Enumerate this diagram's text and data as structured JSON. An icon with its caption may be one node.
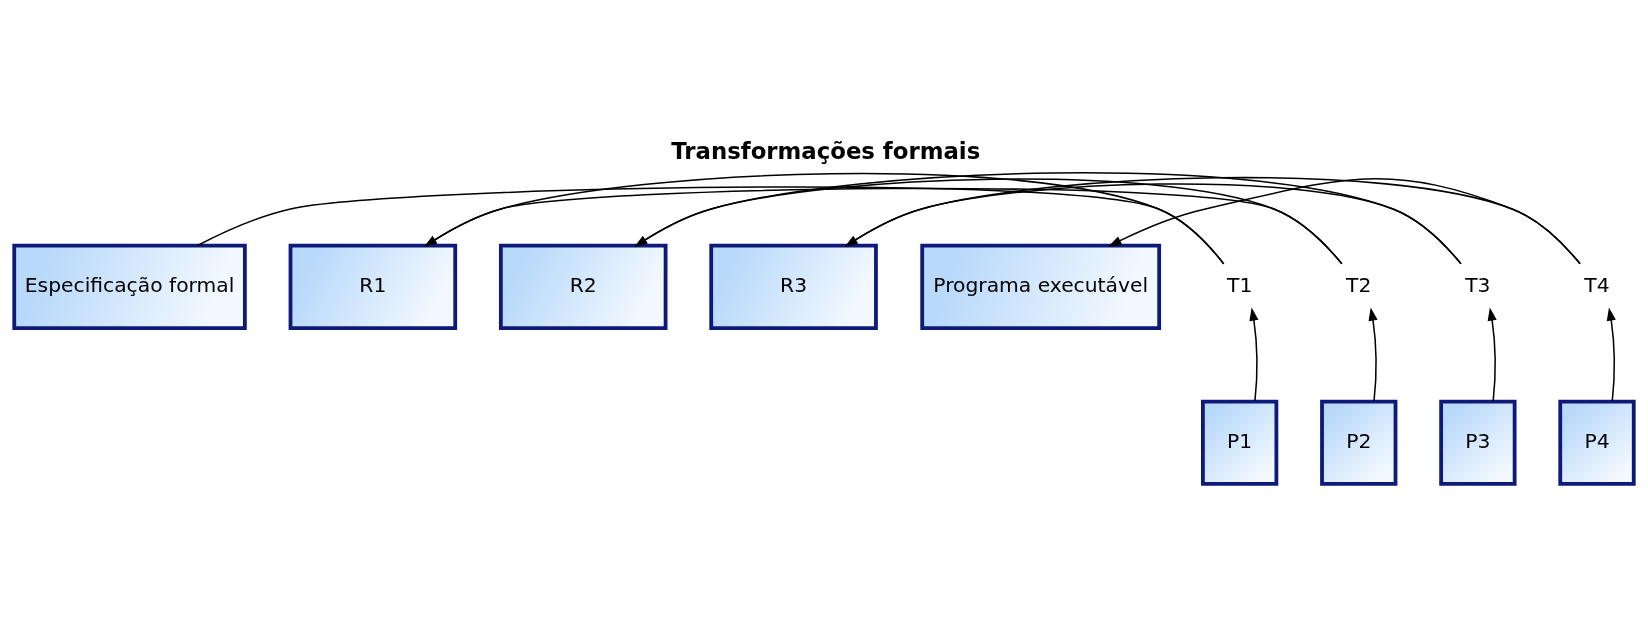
{
  "diagram": {
    "title": "Transformações formais",
    "nodes": [
      {
        "text": [
          "Especificação formal"
        ]
      },
      {
        "text": [
          "T1"
        ]
      },
      {
        "text": [
          "R1"
        ]
      },
      {
        "text": [
          "T2"
        ]
      },
      {
        "text": [
          "R2"
        ]
      },
      {
        "text": [
          "T3"
        ]
      },
      {
        "text": [
          "R3"
        ]
      },
      {
        "text": [
          "T4"
        ]
      },
      {
        "text": [
          "Programa executável"
        ]
      },
      {
        "text": [
          "P1"
        ]
      },
      {
        "text": [
          "P2"
        ]
      },
      {
        "text": [
          "P3"
        ]
      },
      {
        "text": [
          "P4"
        ]
      }
    ],
    "edges": [
      {
        "from": 0,
        "to": 1,
        "arrow": "none"
      },
      {
        "from": 1,
        "to": 2,
        "arrow": "to"
      },
      {
        "from": 9,
        "to": 1,
        "arrow": "to"
      },
      {
        "from": 2,
        "to": 3,
        "arrow": "none"
      },
      {
        "from": 3,
        "to": 4,
        "arrow": "to"
      },
      {
        "from": 10,
        "to": 3,
        "arrow": "to"
      },
      {
        "from": 4,
        "to": 5,
        "arrow": "none"
      },
      {
        "from": 5,
        "to": 6,
        "arrow": "to"
      },
      {
        "from": 11,
        "to": 5,
        "arrow": "to"
      },
      {
        "from": 6,
        "to": 7,
        "arrow": "none"
      },
      {
        "from": 7,
        "to": 8,
        "arrow": "to"
      },
      {
        "from": 12,
        "to": 7,
        "arrow": "to"
      }
    ]
  }
}
